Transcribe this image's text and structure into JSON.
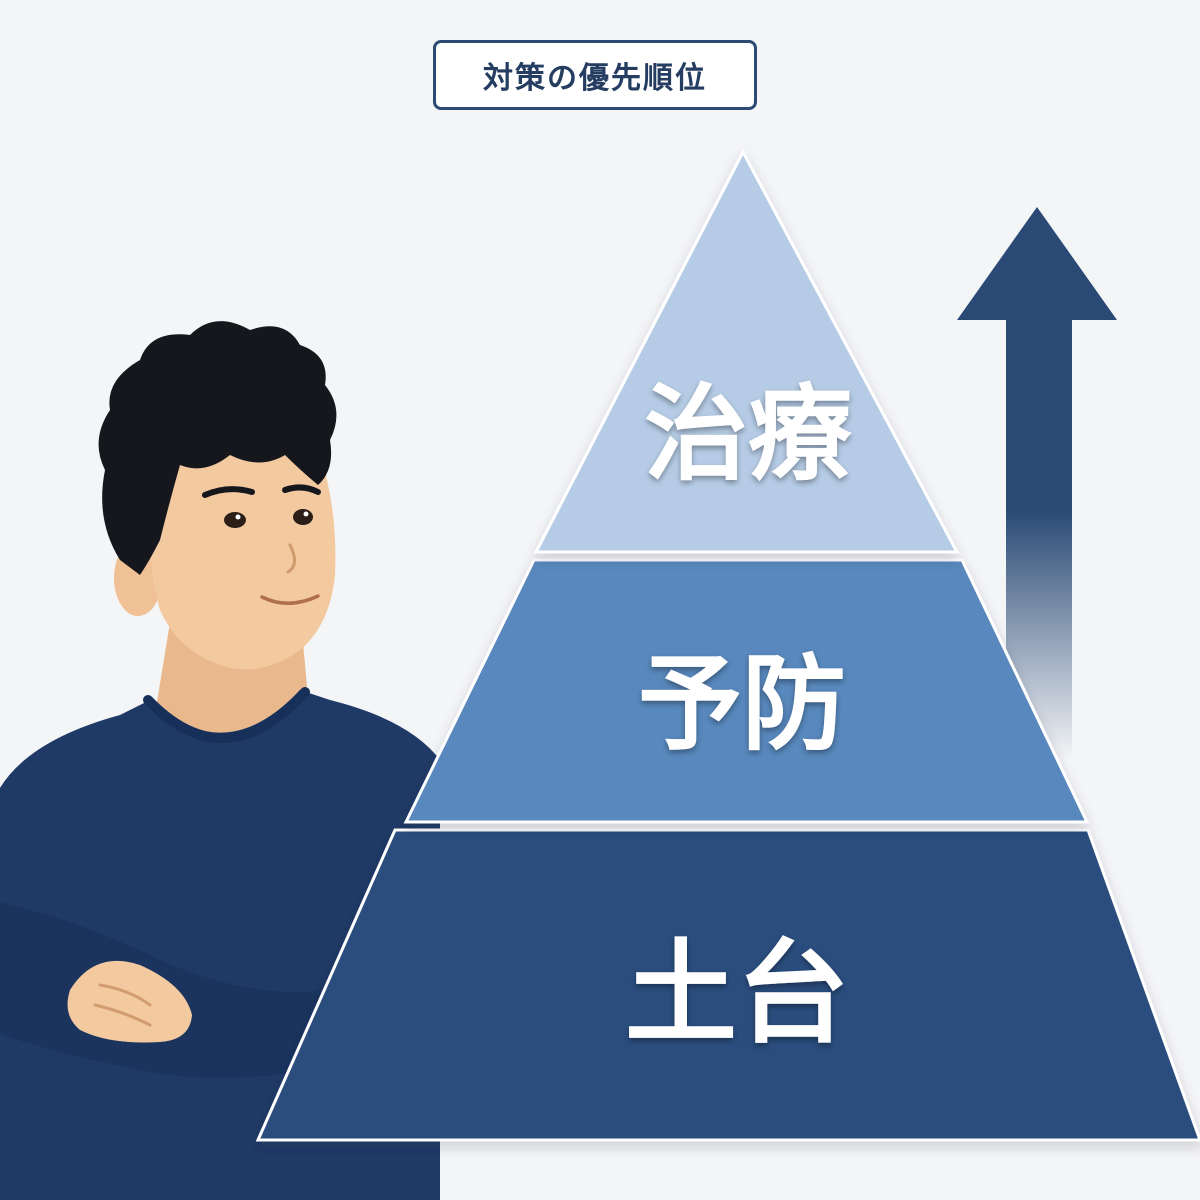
{
  "title": "対策の優先順位",
  "pyramid": {
    "tiers": [
      {
        "label": "治療",
        "color": "#b6cce6",
        "level": "top"
      },
      {
        "label": "予防",
        "color": "#5888bd",
        "level": "middle"
      },
      {
        "label": "土台",
        "color": "#2a4e7e",
        "level": "bottom"
      }
    ]
  },
  "colors": {
    "background": "#f4f5f7",
    "arrow": "#2a4a75",
    "title_border": "#2c4a72",
    "sweater": "#1f3a66",
    "skin": "#f3c9a0",
    "hair": "#15171c"
  },
  "arrow": {
    "direction": "up"
  },
  "person": {
    "pose": "arms-crossed",
    "expression": "smiling"
  }
}
